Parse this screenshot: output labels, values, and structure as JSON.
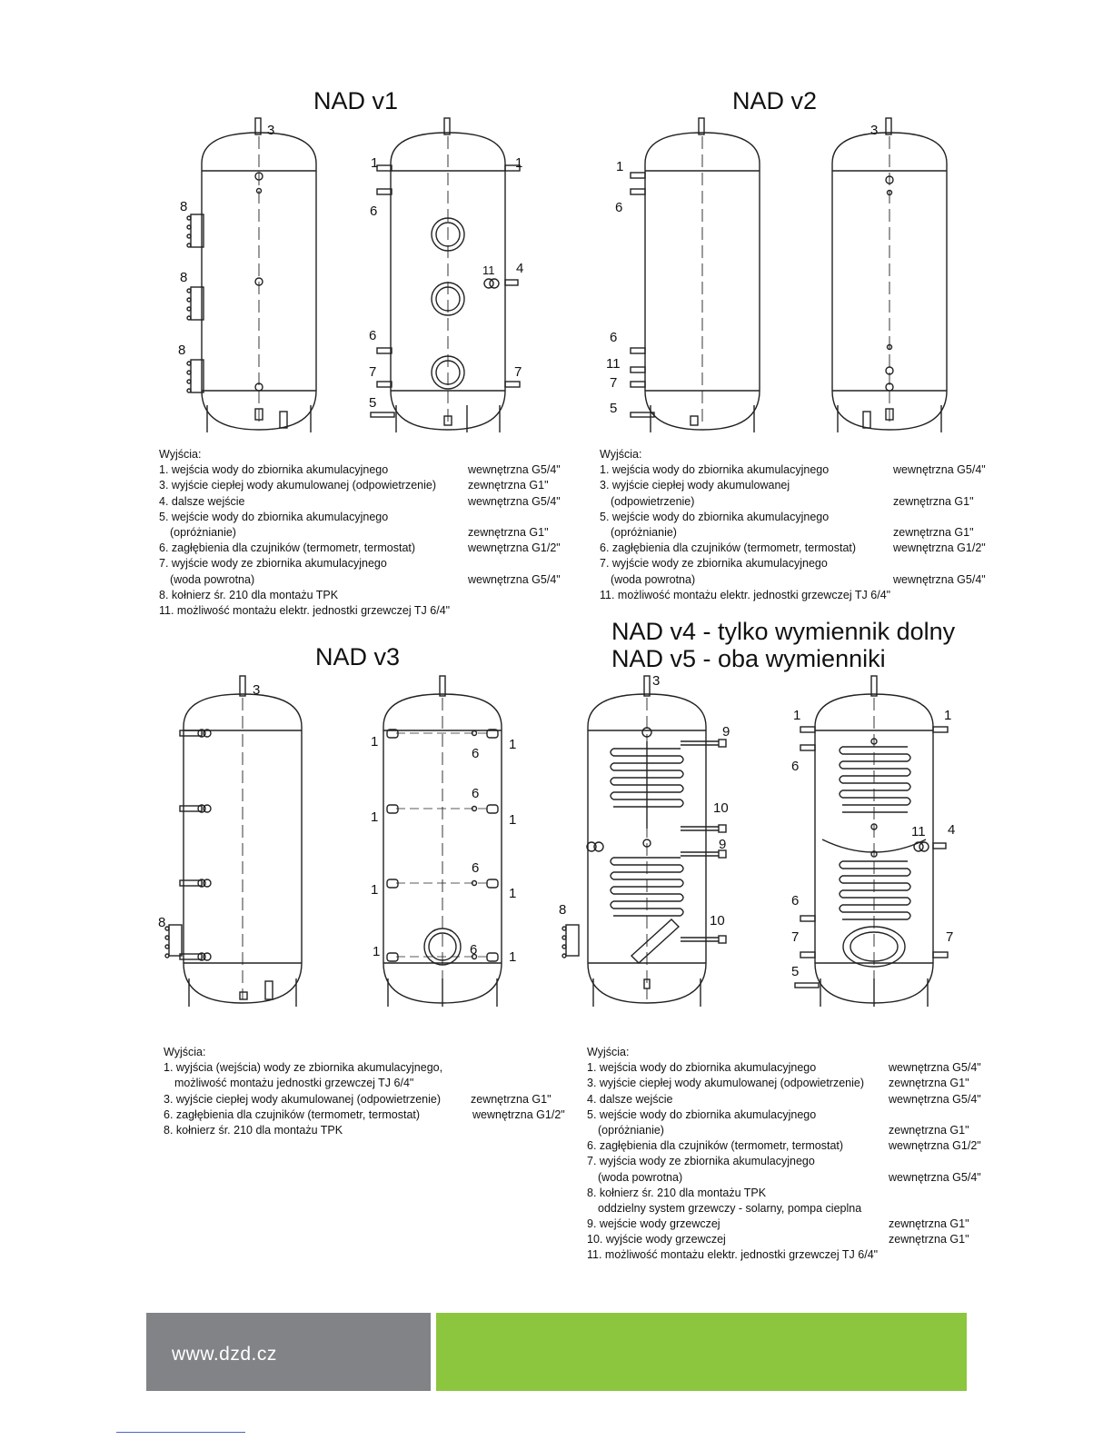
{
  "titles": {
    "v1": "NAD v1",
    "v2": "NAD v2",
    "v3": "NAD v3",
    "v45_line1": "NAD v4 - tylko wymiennik dolny",
    "v45_line2": "NAD v5 - oba wymienniki"
  },
  "labels": {
    "v1_left": [
      "3",
      "8",
      "8",
      "8"
    ],
    "v1_right": [
      "1",
      "1",
      "6",
      "11",
      "4",
      "6",
      "7",
      "7",
      "5"
    ],
    "v2_left": [
      "1",
      "6",
      "6",
      "11",
      "7",
      "5"
    ],
    "v2_right": [
      "3"
    ],
    "v3_left": [
      "3",
      "8"
    ],
    "v3_right": [
      "1",
      "1",
      "6",
      "1",
      "6",
      "1",
      "1",
      "6",
      "1",
      "1",
      "6",
      "1"
    ],
    "v4_left": [
      "3",
      "9",
      "10",
      "9",
      "10",
      "8"
    ],
    "v4_right": [
      "1",
      "1",
      "6",
      "11",
      "4",
      "6",
      "7",
      "7",
      "5"
    ]
  },
  "legend_v1": {
    "heading": "Wyjścia:",
    "rows": [
      {
        "label": "1. wejścia wody do zbiornika akumulacyjnego",
        "value": "wewnętrzna G5/4\""
      },
      {
        "label": "3. wyjście ciepłej wody akumulowanej (odpowietrzenie)",
        "value": "zewnętrzna G1\""
      },
      {
        "label": "4. dalsze wejście",
        "value": "wewnętrzna G5/4\""
      },
      {
        "label": "5. wejście wody do zbiornika akumulacyjnego",
        "value": ""
      },
      {
        "label": "(opróżnianie)",
        "value": "zewnętrzna G1\"",
        "indent": true
      },
      {
        "label": "6. zagłębienia dla czujników (termometr, termostat)",
        "value": "wewnętrzna G1/2\""
      },
      {
        "label": "7. wyjście wody ze zbiornika akumulacyjnego",
        "value": ""
      },
      {
        "label": "(woda powrotna)",
        "value": "wewnętrzna G5/4\"",
        "indent": true
      },
      {
        "label": "8. kołnierz śr. 210 dla montażu TPK",
        "value": ""
      },
      {
        "label": "11. możliwość montażu elektr. jednostki grzewczej TJ 6/4\"",
        "value": ""
      }
    ]
  },
  "legend_v2": {
    "heading": "Wyjścia:",
    "rows": [
      {
        "label": "1. wejścia wody do zbiornika akumulacyjnego",
        "value": "wewnętrzna G5/4\""
      },
      {
        "label": "3. wyjście ciepłej wody akumulowanej",
        "value": ""
      },
      {
        "label": "(odpowietrzenie)",
        "value": "zewnętrzna G1\"",
        "indent": true
      },
      {
        "label": "5. wejście wody do zbiornika akumulacyjnego",
        "value": ""
      },
      {
        "label": "(opróżnianie)",
        "value": "zewnętrzna G1\"",
        "indent": true
      },
      {
        "label": "6. zagłębienia dla czujników (termometr, termostat)",
        "value": "wewnętrzna G1/2\""
      },
      {
        "label": "7. wyjście wody ze zbiornika akumulacyjnego",
        "value": ""
      },
      {
        "label": "(woda powrotna)",
        "value": "wewnętrzna G5/4\"",
        "indent": true
      },
      {
        "label": "11. możliwość montażu elektr. jednostki grzewczej TJ 6/4\"",
        "value": ""
      }
    ]
  },
  "legend_v3": {
    "heading": "Wyjścia:",
    "rows": [
      {
        "label": "1.  wyjścia (wejścia) wody ze zbiornika akumulacyjnego,",
        "value": ""
      },
      {
        "label": "    możliwość montażu  jednostki grzewczej TJ 6/4\"",
        "value": "",
        "indent": true
      },
      {
        "label": "3.  wyjście ciepłej wody akumulowanej (odpowietrzenie)",
        "value": "zewnętrzna G1\""
      },
      {
        "label": "6.  zagłębienia dla czujników (termometr, termostat)",
        "value": "wewnętrzna G1/2\""
      },
      {
        "label": "8.  kołnierz śr. 210 dla montażu TPK",
        "value": ""
      }
    ]
  },
  "legend_v45": {
    "heading": "Wyjścia:",
    "rows": [
      {
        "label": "1.  wejścia wody do zbiornika akumulacyjnego",
        "value": "wewnętrzna G5/4\""
      },
      {
        "label": "3.  wyjście ciepłej wody akumulowanej (odpowietrzenie)",
        "value": "zewnętrzna G1\""
      },
      {
        "label": "4.  dalsze wejście",
        "value": "wewnętrzna G5/4\""
      },
      {
        "label": "5.  wejście wody do zbiornika akumulacyjnego",
        "value": ""
      },
      {
        "label": "(opróżnianie)",
        "value": "zewnętrzna G1\"",
        "indent": true
      },
      {
        "label": "6.  zagłębienia dla czujników (termometr, termostat)",
        "value": "wewnętrzna G1/2\""
      },
      {
        "label": "7.  wyjścia wody ze zbiornika akumulacyjnego",
        "value": ""
      },
      {
        "label": "(woda powrotna)",
        "value": "wewnętrzna G5/4\"",
        "indent": true
      },
      {
        "label": "8.  kołnierz śr. 210 dla montażu TPK",
        "value": ""
      },
      {
        "label": "oddzielny system grzewczy - solarny, pompa cieplna",
        "value": "",
        "indent": true
      },
      {
        "label": "9.  wejście wody grzewczej",
        "value": "zewnętrzna G1\""
      },
      {
        "label": "10. wyjście wody grzewczej",
        "value": "zewnętrzna G1\""
      },
      {
        "label": "11. możliwość montażu elektr. jednostki grzewczej TJ 6/4\"",
        "value": ""
      }
    ]
  },
  "footer": {
    "url": "www.dzd.cz"
  },
  "colors": {
    "footer_gray": "#828386",
    "footer_green": "#8cc63f",
    "line": "#222222"
  }
}
